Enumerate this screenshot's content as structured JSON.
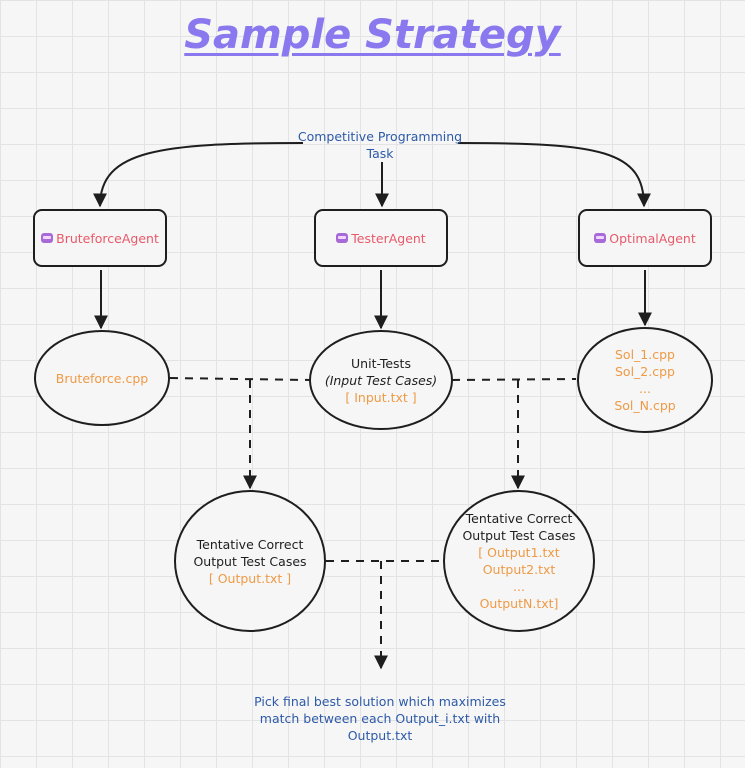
{
  "title": "Sample Strategy",
  "task": {
    "line1": "Competitive Programming",
    "line2": "Task"
  },
  "agents": {
    "bruteforce": "BruteforceAgent",
    "tester": "TesterAgent",
    "optimal": "OptimalAgent"
  },
  "nodes": {
    "bruteforce_file": "Bruteforce.cpp",
    "unit_tests": {
      "line1": "Unit-Tests",
      "line2": "(Input Test Cases)",
      "line3": "[ Input.txt ]"
    },
    "solutions": {
      "line1": "Sol_1.cpp",
      "line2": "Sol_2.cpp",
      "line3": "...",
      "line4": "Sol_N.cpp"
    },
    "output_left": {
      "line1": "Tentative Correct",
      "line2": "Output Test Cases",
      "line3": "[ Output.txt ]"
    },
    "output_right": {
      "line1": "Tentative Correct",
      "line2": "Output Test Cases",
      "line3": "[ Output1.txt",
      "line4": "Output2.txt",
      "line5": "...",
      "line6": "OutputN.txt]"
    }
  },
  "final": {
    "line1": "Pick final best solution which maximizes",
    "line2": "match between each Output_i.txt with",
    "line3": "Output.txt"
  },
  "colors": {
    "title": "#8a78ee",
    "blue_text": "#2d5aa8",
    "agent_text": "#e8596a",
    "file_text": "#ef9a45",
    "stroke": "#1e1e1e"
  }
}
